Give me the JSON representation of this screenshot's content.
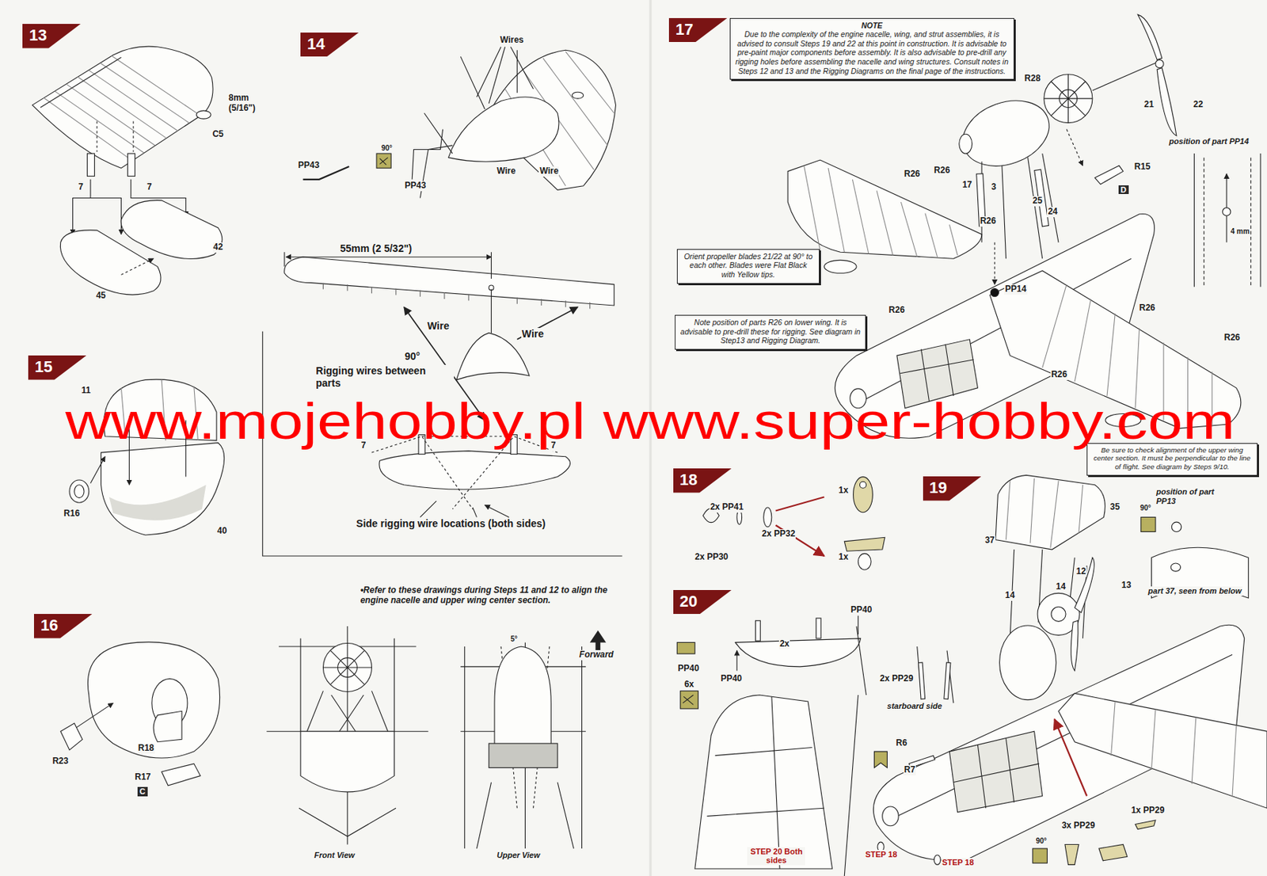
{
  "diagram": {
    "nodes": [
      {
        "text": [
          "13"
        ]
      },
      {
        "text": [
          "14"
        ]
      },
      {
        "text": [
          "15"
        ]
      },
      {
        "text": [
          "16"
        ]
      },
      {
        "text": [
          "17"
        ]
      },
      {
        "text": [
          "NOTE",
          "Due to the complexity of the engine nacelle, wing, and strut assemblies, it is advised to consult Steps 19 and 22 at this point in construction. It is advisable to pre-paint major components before assembly. It is also advisable to pre-drill any rigging holes before assembling the nacelle and wing structures. Consult notes in Steps 12 and 13 and the Rigging Diagrams on the final page of the instructions."
        ]
      },
      {
        "text": [
          "Orient propeller blades 21/22 at 90° to each other. Blades were Flat Black with Yellow tips."
        ]
      },
      {
        "text": [
          "Note position of parts R26 on lower wing. It is advisable to pre-drill these for rigging. See diagram in Step13 and Rigging Diagram."
        ]
      },
      {
        "text": [
          "Be sure to check alignment of the upper wing center section. It must be perpendicular to the line of flight. See diagram by Steps 9/10."
        ]
      },
      {
        "text": [
          "18"
        ]
      },
      {
        "text": [
          "19"
        ]
      },
      {
        "text": [
          "20"
        ]
      }
    ],
    "labels": [
      "8mm (5/16\")",
      "C5",
      "7",
      "7",
      "42",
      "45",
      "Wires",
      "PP43",
      "90°",
      "PP43",
      "Wire",
      "Wire",
      "55mm (2 5/32\")",
      "Wire",
      "Wire",
      "90°",
      "Rigging wires between parts",
      "7",
      "7",
      "Side rigging wire locations (both sides)",
      "11",
      "R16",
      "40",
      "R23",
      "R18",
      "R17",
      "C",
      "•Refer to these drawings during Steps 11 and 12 to align the engine nacelle and upper wing center section.",
      "5°",
      "Forward",
      "Front View",
      "Upper View",
      "R28",
      "21",
      "22",
      "position of part PP14",
      "R15",
      "D",
      "R26",
      "R26",
      "17",
      "3",
      "25",
      "24",
      "R26",
      "R26",
      "PP14",
      "R26",
      "R26",
      "4 mm",
      "R26",
      "2x PP41",
      "1x",
      "2x PP32",
      "2x PP30",
      "1x",
      "position of part PP13",
      "90°",
      "35",
      "37",
      "12",
      "14",
      "14",
      "13",
      "part 37, seen from below",
      "2x PP29",
      "starboard side",
      "R6",
      "R7",
      "STEP 18",
      "STEP 18",
      "90°",
      "3x PP29",
      "1x PP29",
      "PP40",
      "2x",
      "PP40",
      "6x",
      "PP40",
      "STEP 20 Both sides",
      "www.mojehobby.pl www.super-hobby.com"
    ]
  }
}
